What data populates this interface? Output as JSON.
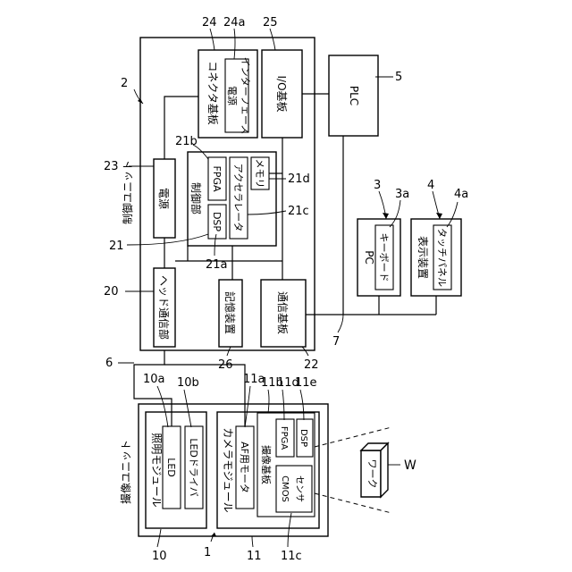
{
  "labels": {
    "imaging_unit": "撮像ユニット",
    "illumination_module": "照明モジュール",
    "led": "LED",
    "led_driver": "LEDドライバ",
    "camera_module": "カメラモジュール",
    "af_motor": "AF用モータ",
    "imaging_board": "撮像基板",
    "fpga": "FPGA",
    "dsp": "DSP",
    "cmos_line1": "CMOS",
    "cmos_line2": "センサ",
    "work": "ワーク",
    "control_unit": "制御ユニット",
    "head_comm": "ヘッド通信部",
    "power": "電源",
    "control_section": "制御部",
    "accelerator": "アクセラレータ",
    "memory": "メモリ",
    "connector_board": "コネクタ基板",
    "power_interface_line1": "電源",
    "power_interface_line2": "インターフェース",
    "io_board": "I/O基板",
    "storage": "記憶装置",
    "comm_board": "通信基板",
    "plc": "PLC",
    "pc": "PC",
    "keyboard": "キーボード",
    "display": "表示装置",
    "touch_panel": "タッチパネル"
  },
  "refs": {
    "r1": "1",
    "r2": "2",
    "r3": "3",
    "r3a": "3a",
    "r4": "4",
    "r4a": "4a",
    "r5": "5",
    "r6": "6",
    "r7": "7",
    "r10": "10",
    "r10a": "10a",
    "r10b": "10b",
    "r11": "11",
    "r11a": "11a",
    "r11b": "11b",
    "r11c": "11c",
    "r11d": "11d",
    "r11e": "11e",
    "r20": "20",
    "r21": "21",
    "r21a": "21a",
    "r21b": "21b",
    "r21c": "21c",
    "r21d": "21d",
    "r22": "22",
    "r23": "23",
    "r24": "24",
    "r24a": "24a",
    "r25": "25",
    "r26": "26",
    "rW": "W"
  }
}
